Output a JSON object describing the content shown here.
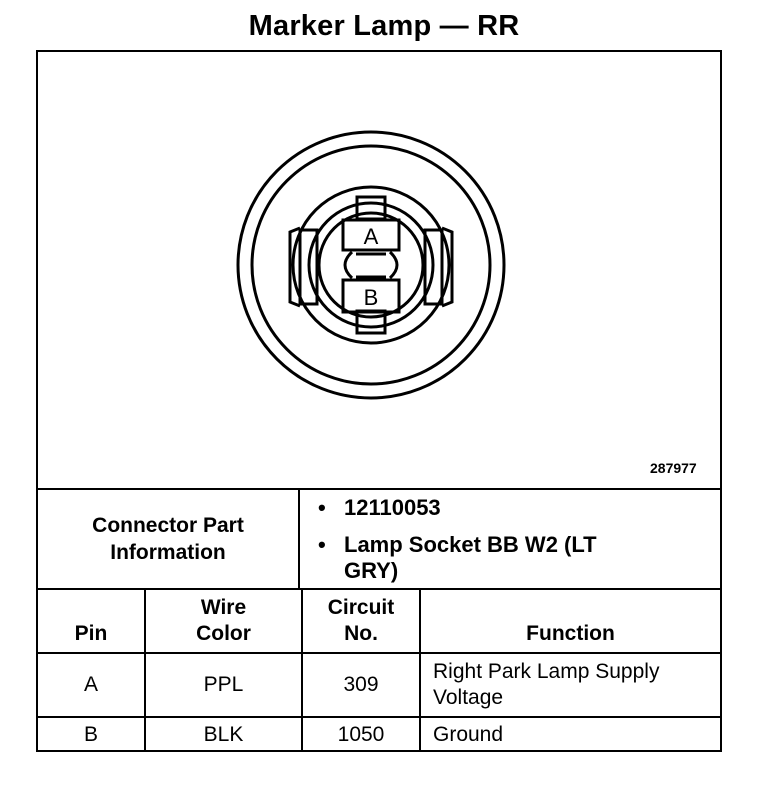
{
  "title": "Marker Lamp — RR",
  "diagram": {
    "pin_labels": [
      "A",
      "B"
    ],
    "reference_number": "287977"
  },
  "connector_info": {
    "label": "Connector Part Information",
    "bullet_glyph": "•",
    "items": [
      "12110053",
      "Lamp Socket BB W2 (LT GRY)"
    ]
  },
  "table": {
    "headers": {
      "pin": "Pin",
      "wire_color": "Wire Color",
      "circuit_no": "Circuit No.",
      "function": "Function"
    },
    "rows": [
      {
        "pin": "A",
        "wire_color": "PPL",
        "circuit_no": "309",
        "function": "Right Park Lamp Supply Voltage"
      },
      {
        "pin": "B",
        "wire_color": "BLK",
        "circuit_no": "1050",
        "function": "Ground"
      }
    ]
  }
}
